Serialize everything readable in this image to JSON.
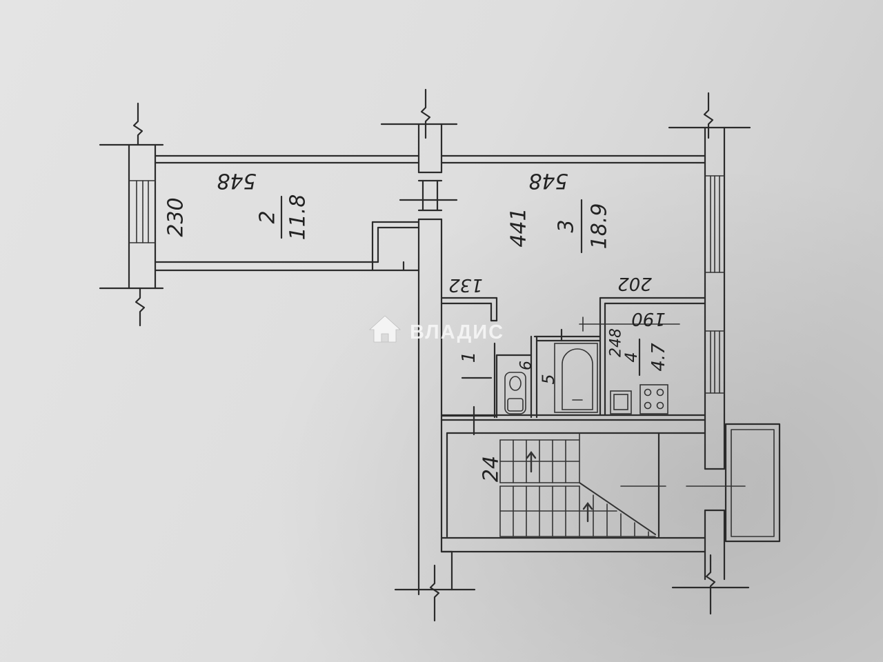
{
  "watermark": {
    "brand": "ВЛАДИС"
  },
  "rooms": {
    "r1": {
      "number": "1",
      "dimension": "132"
    },
    "r2": {
      "number": "2",
      "area": "11.8",
      "length": "548",
      "width": "230"
    },
    "r3": {
      "number": "3",
      "area": "18.9",
      "length": "548",
      "width": "441"
    },
    "r4": {
      "number": "4",
      "area": "4.7",
      "width": "248",
      "length": "202",
      "inner_length": "190"
    },
    "r5": {
      "number": "5"
    },
    "r6": {
      "number": "6"
    }
  },
  "stairwell": {
    "label": "24"
  },
  "icons": [
    "house-icon",
    "bathtub-icon",
    "toilet-icon",
    "sink-icon",
    "stove-icon",
    "stairs-icon",
    "window-icon"
  ],
  "colors": {
    "paper": "#dddddd",
    "ink": "#2b2b2b",
    "watermark": "#f7f7f7"
  }
}
